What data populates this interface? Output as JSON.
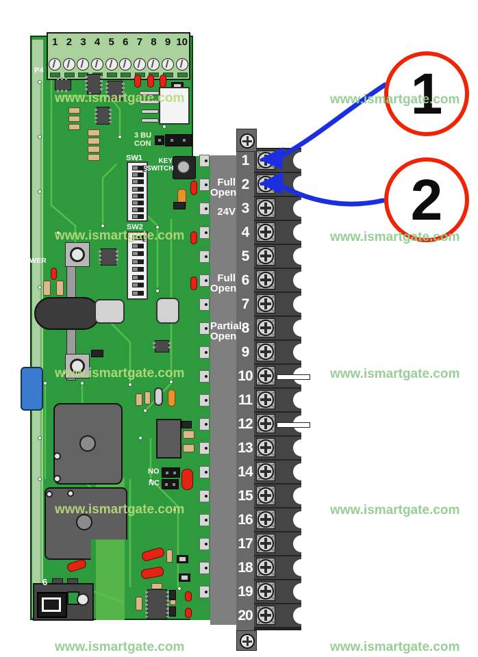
{
  "watermark": {
    "text": "www.ismartgate.com"
  },
  "callouts": [
    {
      "number": "1",
      "points_to_terminal": 1
    },
    {
      "number": "2",
      "points_to_terminal": 2
    }
  ],
  "pcb": {
    "labels": {
      "p4": "P4",
      "con_line1": "3 BU",
      "con_line2": "CON",
      "sw1": "SW1",
      "sw2": "SW2",
      "dip_on": "ON",
      "key_line1": "KEY",
      "key_line2": "SWITCH",
      "power": "POWER",
      "relay_no": "NO",
      "relay_nc": "NC",
      "connector6": "6"
    },
    "p4_pins": [
      "1",
      "2",
      "3",
      "4",
      "5",
      "6",
      "7",
      "8",
      "9",
      "10"
    ],
    "dip_positions": 8
  },
  "terminal_strip": {
    "numbers": [
      "1",
      "2",
      "3",
      "4",
      "5",
      "6",
      "7",
      "8",
      "9",
      "10",
      "11",
      "12",
      "13",
      "14",
      "15",
      "16",
      "17",
      "18",
      "19",
      "20"
    ],
    "side_labels": [
      {
        "terminal": 2,
        "lines": [
          "Full",
          "Open"
        ]
      },
      {
        "terminal": 3,
        "lines": [
          "24V"
        ]
      },
      {
        "terminal": 6,
        "lines": [
          "Full",
          "Open"
        ]
      },
      {
        "terminal": 8,
        "lines": [
          "Partial",
          "Open"
        ]
      }
    ],
    "wire_stub_terminals": [
      10,
      12
    ]
  },
  "colors": {
    "board_green": "#2e9a3e",
    "trace_green": "#5cc14f",
    "callout_red": "#ee2405",
    "arrow_blue": "#1c2fe0",
    "watermark_on_board": "#b9dc7d",
    "watermark_on_white": "#93cd90"
  }
}
